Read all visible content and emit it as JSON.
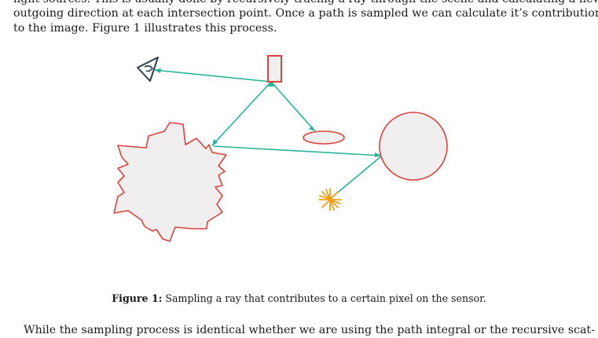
{
  "paragraph": {
    "cut_line": "light sources. This is usually done by recursively tracing a ray through the scene and calculating a new",
    "line1": "outgoing direction at each intersection point.  Once a path is sampled we can calculate it’s contribution",
    "line2": "to the image. Figure 1 illustrates this process."
  },
  "figure": {
    "caption_label": "Figure 1:",
    "caption_text": "Sampling a ray that contributes to a certain pixel on the sensor.",
    "colors": {
      "ray": "#26b59a",
      "outline_red": "#d9433a",
      "fill": "#f0eeee",
      "eye": "#2d3e50",
      "light": "#f2a01a"
    },
    "icons": [
      "eye-icon",
      "sensor-icon",
      "star-object",
      "ellipse-object",
      "circle-object",
      "light-source-icon"
    ]
  },
  "next_paragraph": {
    "text": "While the sampling process is identical whether we are using the path integral or the recursive scat-"
  }
}
